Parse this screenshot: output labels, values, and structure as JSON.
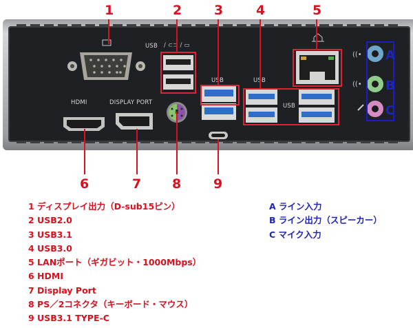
{
  "callouts": [
    "1",
    "2",
    "3",
    "4",
    "5",
    "6",
    "7",
    "8",
    "9"
  ],
  "panel_labels": {
    "usb_top": "USB",
    "usb3": "USB",
    "usb4": "USB",
    "usb_mid": "USB",
    "hdmi": "HDMI",
    "display_port": "DISPLAY PORT"
  },
  "audio_labels": [
    "A",
    "B",
    "C"
  ],
  "legend_left": [
    "1 ディスプレイ出力（D-sub15ピン）",
    "2 USB2.0",
    "3 USB3.1",
    "4 USB3.0",
    "5 LANポート（ギガビット・1000Mbps）",
    "6 HDMI",
    "7 Display Port",
    "8 PS／2コネクタ（キーボード・マウス）",
    "9 USB3.1 TYPE-C"
  ],
  "legend_right": [
    "A ライン入力",
    "B ライン出力（スピーカー）",
    "C マイク入力"
  ],
  "colors": {
    "callout": "#d8101f",
    "audio": "#1f25b6"
  }
}
